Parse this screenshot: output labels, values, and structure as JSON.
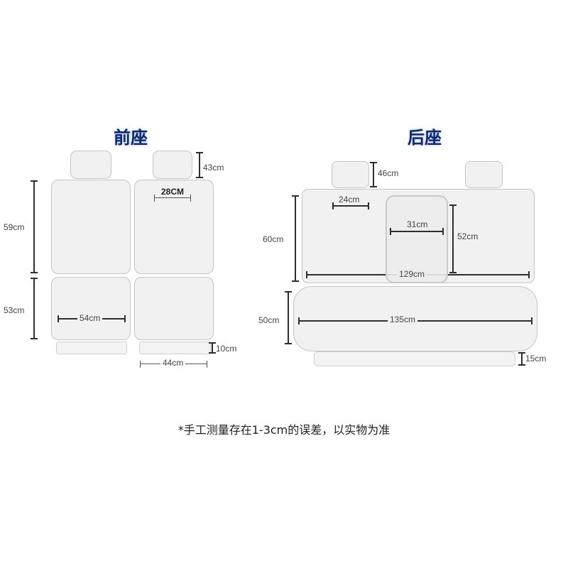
{
  "front": {
    "title": "前座",
    "headrest_height": "43cm",
    "headrest_width": "28CM",
    "backrest_height": "59cm",
    "cushion_height": "53cm",
    "cushion_width": "54cm",
    "flap_height": "10cm",
    "flap_width": "44cm"
  },
  "rear": {
    "title": "后座",
    "headrest_height": "46cm",
    "headrest_width": "24cm",
    "middle_width": "31cm",
    "middle_height": "52cm",
    "backrest_height": "60cm",
    "backrest_width": "129cm",
    "cushion_height": "50cm",
    "cushion_width": "135cm",
    "flap_height": "15cm"
  },
  "note": "*手工测量存在1-3cm的误差，以实物为准"
}
